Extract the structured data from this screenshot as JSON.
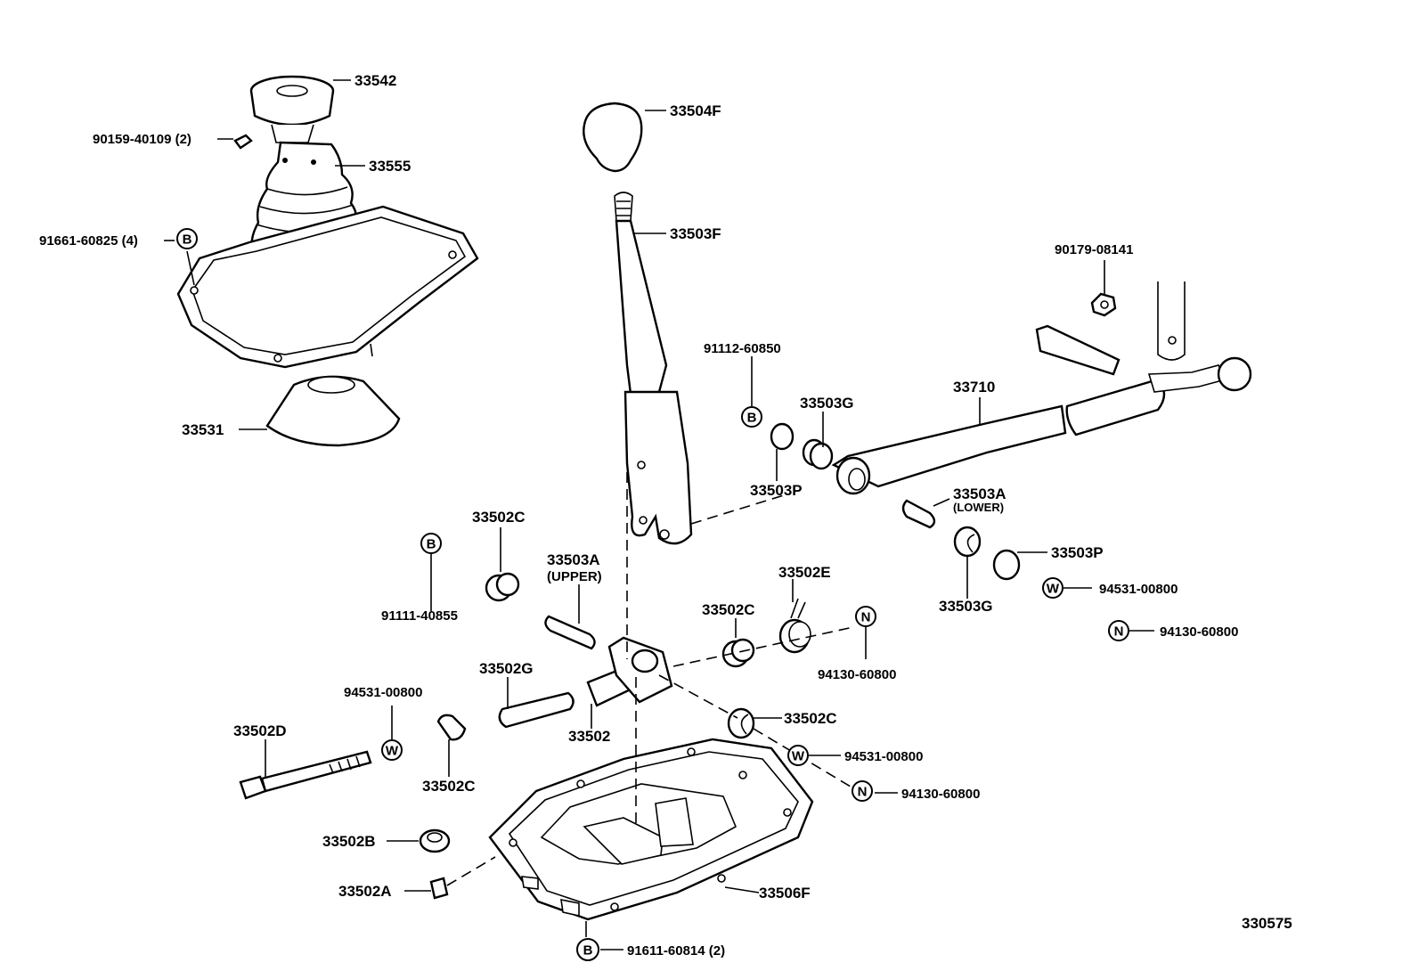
{
  "labels": {
    "knob_boot_cap": "33542",
    "screw_90159": "90159-40109 (2)",
    "boot_33555": "33555",
    "bolt_91661": "91661-60825 (4)",
    "boot_33531": "33531",
    "knob_33504F": "33504F",
    "lever_33503F": "33503F",
    "bolt_91112": "91112-60850",
    "bushing_33503G_top": "33503G",
    "rod_33710": "33710",
    "nut_90179": "90179-08141",
    "ring_33503P_left": "33503P",
    "pin_33503A_lower": "33503A",
    "pin_33503A_lower_sub": "(LOWER)",
    "bushing_33503G_right": "33503G",
    "ring_33503P_right": "33503P",
    "washer_94531_right": "94531-00800",
    "nut_94130_right": "94130-60800",
    "bushing_33502C_a": "33502C",
    "bolt_91111": "91111-40855",
    "pin_33503A_upper": "33503A",
    "pin_33503A_upper_sub": "(UPPER)",
    "spring_33502E": "33502E",
    "bushing_33502C_b": "33502C",
    "nut_94130_mid": "94130-60800",
    "collar_33502G": "33502G",
    "washer_94531_left": "94531-00800",
    "bolt_33502D": "33502D",
    "retainer_33502": "33502",
    "bushing_33502C_c": "33502C",
    "bushing_33502C_d": "33502C",
    "washer_94531_mid": "94531-00800",
    "nut_94130_low": "94130-60800",
    "cushion_33502B": "33502B",
    "collar_33502A": "33502A",
    "housing_33506F": "33506F",
    "bolt_91611": "91611-60814 (2)",
    "diagram_id": "330575"
  },
  "badges": {
    "b": "B",
    "w": "W",
    "n": "N"
  }
}
